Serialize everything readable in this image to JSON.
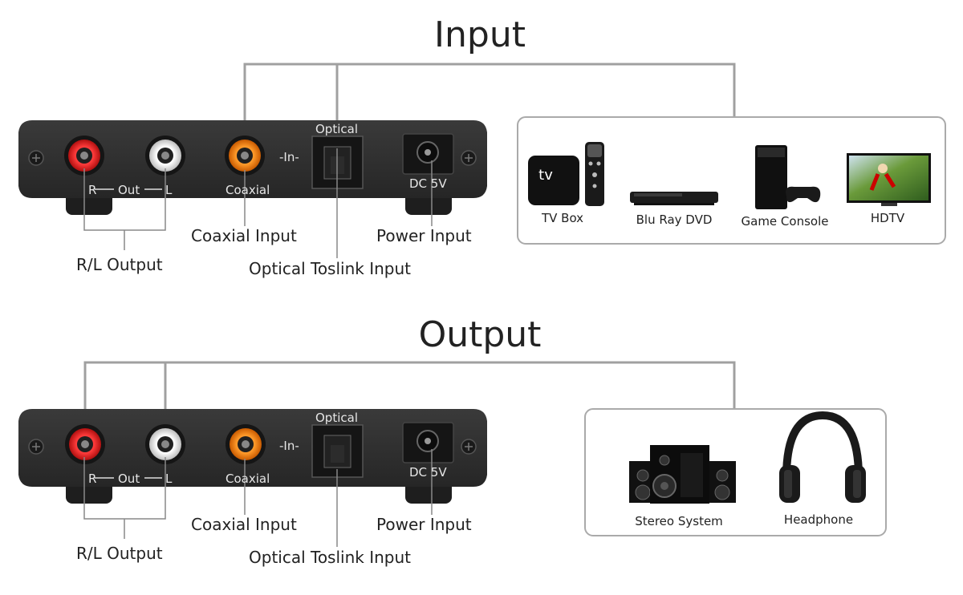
{
  "sections": [
    {
      "title": "Input",
      "device": {
        "port_r": "R",
        "port_out": "Out",
        "port_l": "L",
        "coax": "Coaxial",
        "in": "-In-",
        "optical": "Optical",
        "dc": "DC 5V"
      },
      "callouts": {
        "rl": "R/L Output",
        "coax": "Coaxial Input",
        "optical": "Optical Toslink Input",
        "power": "Power Input"
      },
      "sources": [
        "TV Box",
        "Blu Ray DVD",
        "Game Console",
        "HDTV"
      ],
      "tv_logo": "tv"
    },
    {
      "title": "Output",
      "device": {
        "port_r": "R",
        "port_out": "Out",
        "port_l": "L",
        "coax": "Coaxial",
        "in": "-In-",
        "optical": "Optical",
        "dc": "DC 5V"
      },
      "callouts": {
        "rl": "R/L Output",
        "coax": "Coaxial Input",
        "optical": "Optical Toslink Input",
        "power": "Power Input"
      },
      "destinations": [
        "Stereo System",
        "Headphone"
      ]
    }
  ],
  "colors": {
    "red_jack": "#d01818",
    "orange_jack": "#e8780a",
    "panel": "#2e2e2e",
    "line": "#999999"
  }
}
